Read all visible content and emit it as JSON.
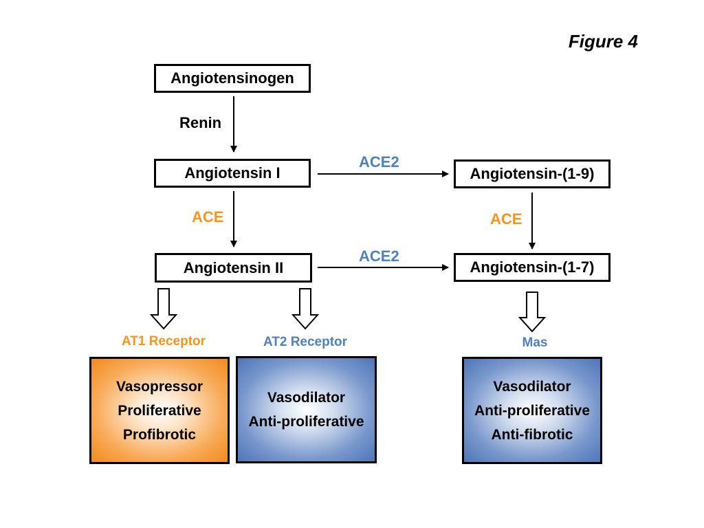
{
  "figure_label": "Figure 4",
  "nodes": {
    "angiotensinogen": "Angiotensinogen",
    "angiotensin_i": "Angiotensin I",
    "angiotensin_ii": "Angiotensin II",
    "angiotensin_1_9": "Angiotensin-(1-9)",
    "angiotensin_1_7": "Angiotensin-(1-7)"
  },
  "enzymes": {
    "renin": "Renin",
    "ace_left": "ACE",
    "ace_right": "ACE",
    "ace2_top": "ACE2",
    "ace2_bottom": "ACE2"
  },
  "receptors": {
    "at1": "AT1 Receptor",
    "at2": "AT2 Receptor",
    "mas": "Mas"
  },
  "effects": {
    "at1": [
      "Vasopressor",
      "Proliferative",
      "Profibrotic"
    ],
    "at2": [
      "Vasodilator",
      "Anti-proliferative"
    ],
    "mas": [
      "Vasodilator",
      "Anti-proliferative",
      "Anti-fibrotic"
    ]
  },
  "colors": {
    "orange_text": "#f7941d",
    "blue_text": "#4f81bd",
    "black_text": "#000000",
    "orange_box": "#f38a1f",
    "blue_box": "#4f76b9"
  }
}
